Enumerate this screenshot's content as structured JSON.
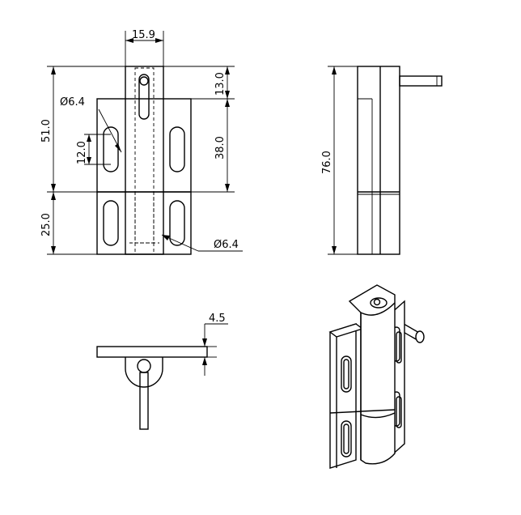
{
  "front_view": {
    "dim_pin_width": "15.9",
    "dim_top": "13.0",
    "dim_total_height": "51.0",
    "dim_lower": "38.0",
    "dim_bottom": "25.0",
    "dim_slot": "12.0",
    "dim_hole_top": "Ø6.4",
    "dim_hole_bottom": "Ø6.4"
  },
  "side_view": {
    "dim_height": "76.0"
  },
  "top_view": {
    "dim_thickness": "4.5"
  },
  "isometric_view": {}
}
